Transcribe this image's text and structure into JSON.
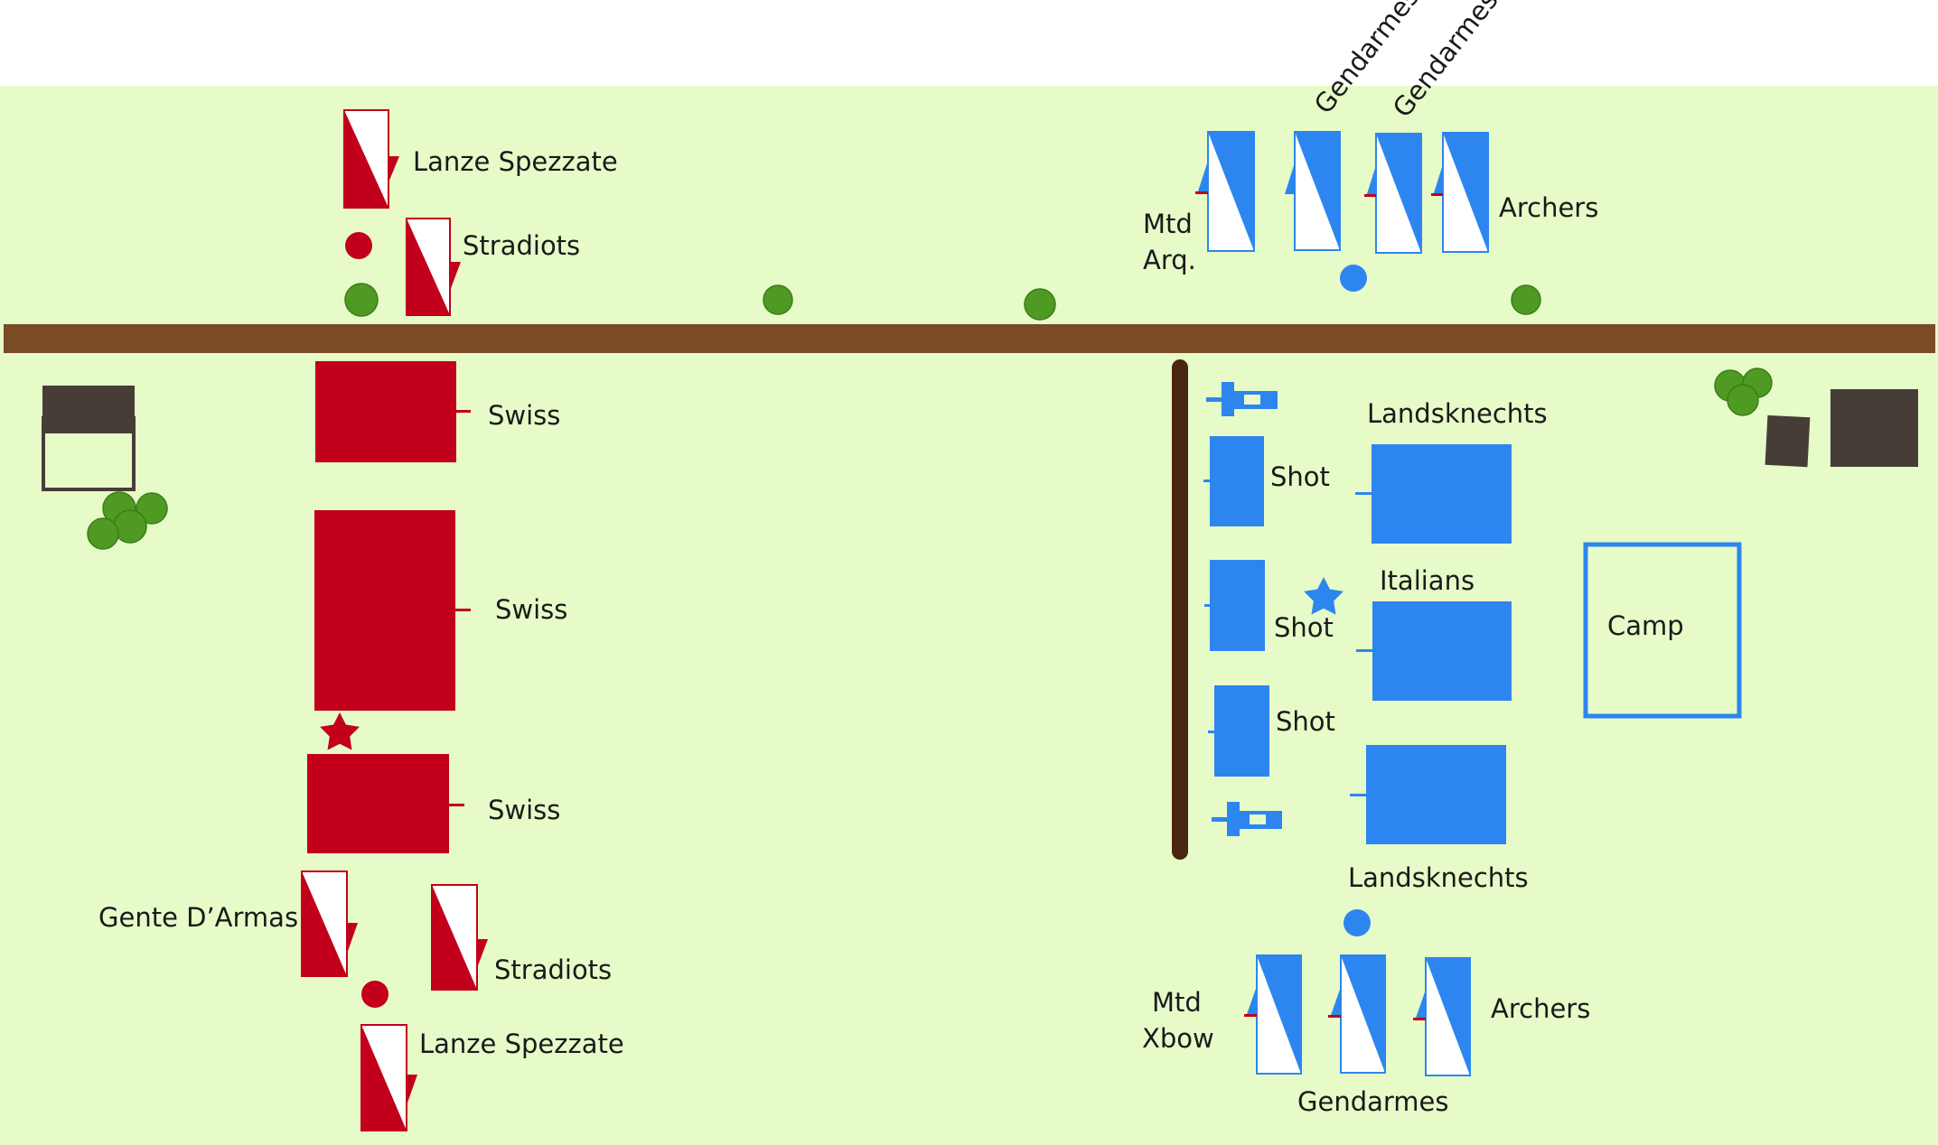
{
  "colors": {
    "field": "#e6fbc8",
    "road": "#7b4b26",
    "french": "#c2001b",
    "imperial": "#2d86f0",
    "tree": "#4f9a22",
    "building": "#463d39",
    "wall": "#4a2710"
  },
  "labels": {
    "french_lanze_top": "Lanze Spezzate",
    "french_stradiots_top": "Stradiots",
    "french_swiss_1": "Swiss",
    "french_swiss_2": "Swiss",
    "french_swiss_3": "Swiss",
    "french_gente": "Gente D’Armas",
    "french_stradiots_bottom": "Stradiots",
    "french_lanze_bottom": "Lanze Spezzate",
    "imp_gendarmes_top_1": "Gendarmes",
    "imp_gendarmes_top_2": "Gendarmes",
    "imp_mtd_arq_1": "Mtd",
    "imp_mtd_arq_2": "Arq.",
    "imp_archers_top": "Archers",
    "imp_landsknechts_top": "Landsknechts",
    "imp_shot_1": "Shot",
    "imp_italians": "Italians",
    "imp_shot_2": "Shot",
    "imp_shot_3": "Shot",
    "imp_camp": "Camp",
    "imp_landsknechts_bottom": "Landsknechts",
    "imp_mtd_xbow_1": "Mtd",
    "imp_mtd_xbow_2": "Xbow",
    "imp_archers_bottom": "Archers",
    "imp_gendarmes_bottom": "Gendarmes"
  }
}
